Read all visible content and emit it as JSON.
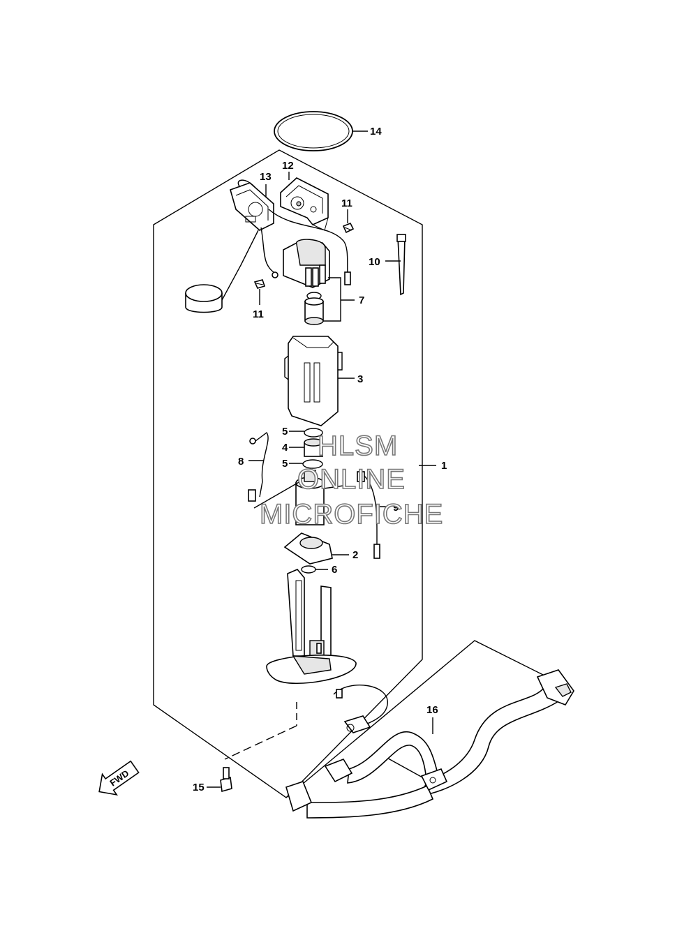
{
  "callouts": [
    {
      "id": "14",
      "text": "14"
    },
    {
      "id": "12",
      "text": "12"
    },
    {
      "id": "13",
      "text": "13"
    },
    {
      "id": "11a",
      "text": "11"
    },
    {
      "id": "10",
      "text": "10"
    },
    {
      "id": "7",
      "text": "7"
    },
    {
      "id": "11b",
      "text": "11"
    },
    {
      "id": "3",
      "text": "3"
    },
    {
      "id": "5a",
      "text": "5"
    },
    {
      "id": "4",
      "text": "4"
    },
    {
      "id": "1",
      "text": "1"
    },
    {
      "id": "8",
      "text": "8"
    },
    {
      "id": "5b",
      "text": "5"
    },
    {
      "id": "9",
      "text": "9"
    },
    {
      "id": "2",
      "text": "2"
    },
    {
      "id": "6",
      "text": "6"
    },
    {
      "id": "16",
      "text": "16"
    },
    {
      "id": "15",
      "text": "15"
    }
  ],
  "watermark": {
    "line1": "HLSM",
    "line2": "ONLINE",
    "line3": "MICROFICHE"
  },
  "direction_arrow": {
    "text": "FWD",
    "icon": "fwd-arrow-icon"
  }
}
